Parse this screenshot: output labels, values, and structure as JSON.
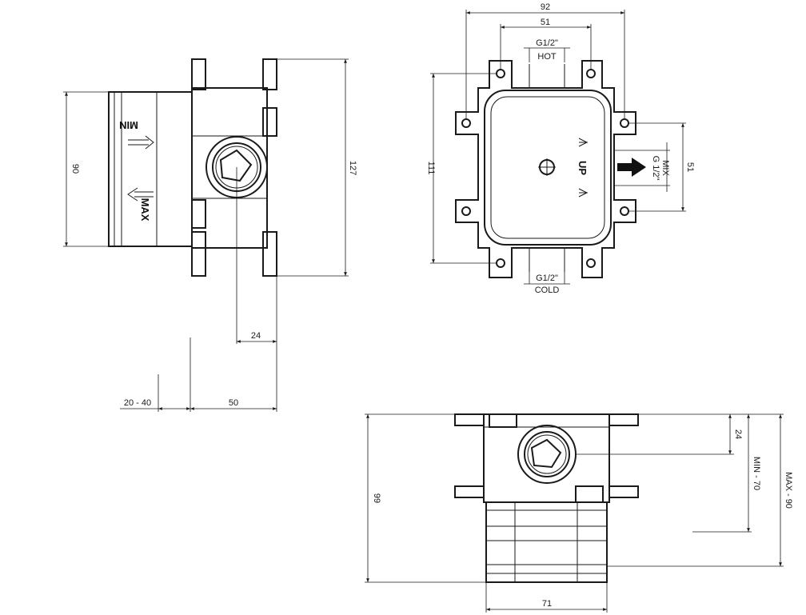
{
  "side_view": {
    "dim_height": "90",
    "dim_total": "127",
    "dim_offset": "24",
    "dim_range": "20 - 40",
    "dim_depth": "50",
    "label_min": "MIN",
    "label_max": "MAX"
  },
  "front_view": {
    "dim_width": "92",
    "dim_inner_width": "51",
    "dim_height": "111",
    "dim_side": "51",
    "hot_thread": "G1/2\"",
    "hot_label": "HOT",
    "cold_thread": "G1/2\"",
    "cold_label": "COLD",
    "mix_thread": "G 1/2\"",
    "mix_label": "MIX",
    "up_label": "UP"
  },
  "bottom_view": {
    "dim_height": "99",
    "dim_offset": "24",
    "dim_min": "MIN - 70",
    "dim_max": "MAX - 90",
    "dim_width": "71"
  }
}
